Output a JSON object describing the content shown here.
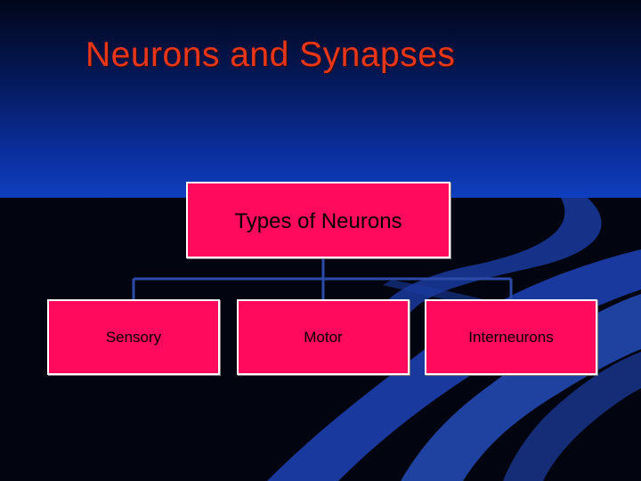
{
  "slide": {
    "title": "Neurons and Synapses"
  },
  "diagram": {
    "root": {
      "label": "Types of Neurons"
    },
    "children": [
      {
        "label": "Sensory"
      },
      {
        "label": "Motor"
      },
      {
        "label": "Interneurons"
      }
    ]
  },
  "colors": {
    "title": "#e8361a",
    "node_fill": "#ff0a5c",
    "node_border": "#ffffff",
    "connector": "#2c4aa8",
    "background_top": "#0f3fbf",
    "background_bottom": "#02050f"
  }
}
